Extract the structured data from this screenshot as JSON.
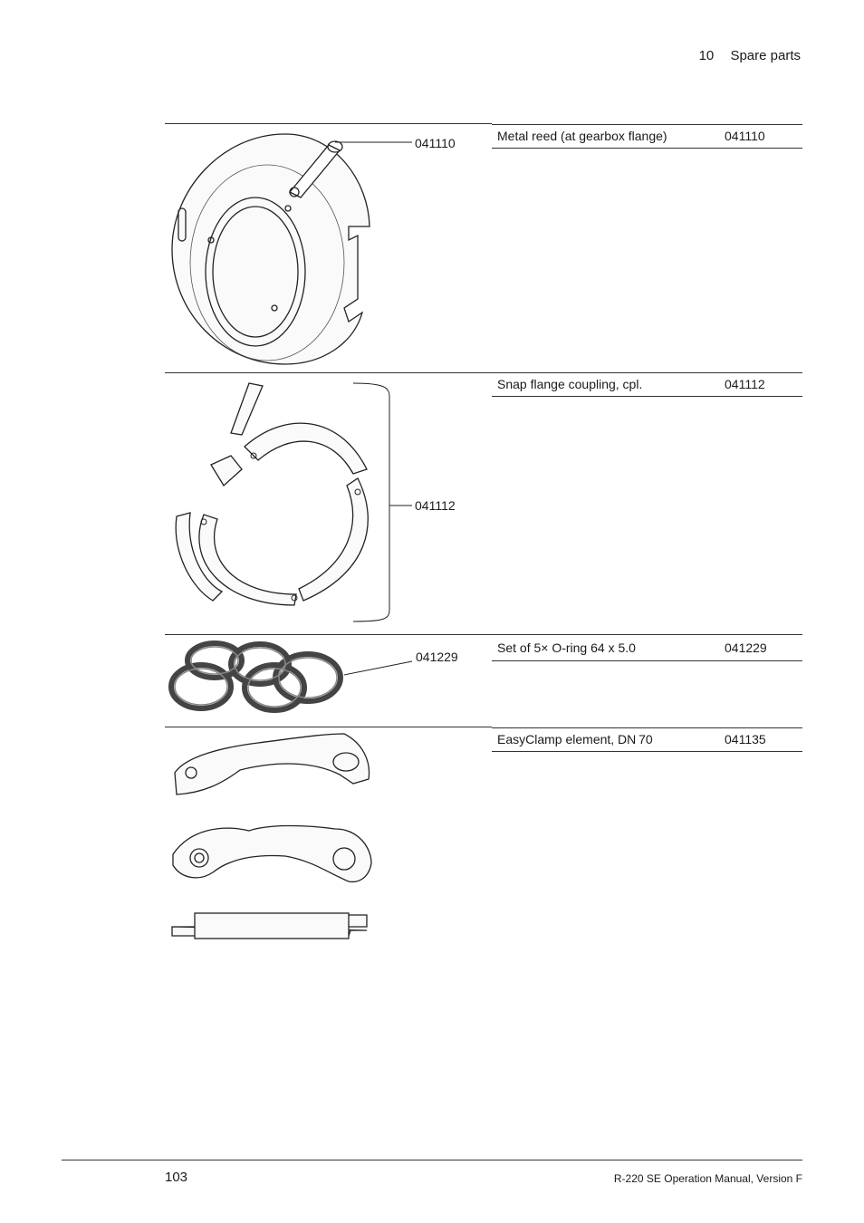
{
  "header": {
    "chapter_number": "10",
    "chapter_title": "Spare parts"
  },
  "items": [
    {
      "name": "Metal reed (at gearbox flange)",
      "code": "041110",
      "callout": "041110"
    },
    {
      "name": "Snap flange coupling, cpl.",
      "code": "041112",
      "callout": "041112"
    },
    {
      "name": "Set of 5× O-ring 64 x 5.0",
      "code": "041229",
      "callout": "041229"
    },
    {
      "name": "EasyClamp element, DN 70",
      "code": "041135"
    }
  ],
  "footer": {
    "page_number": "103",
    "manual_title": "R-220 SE Operation Manual, Version F"
  }
}
